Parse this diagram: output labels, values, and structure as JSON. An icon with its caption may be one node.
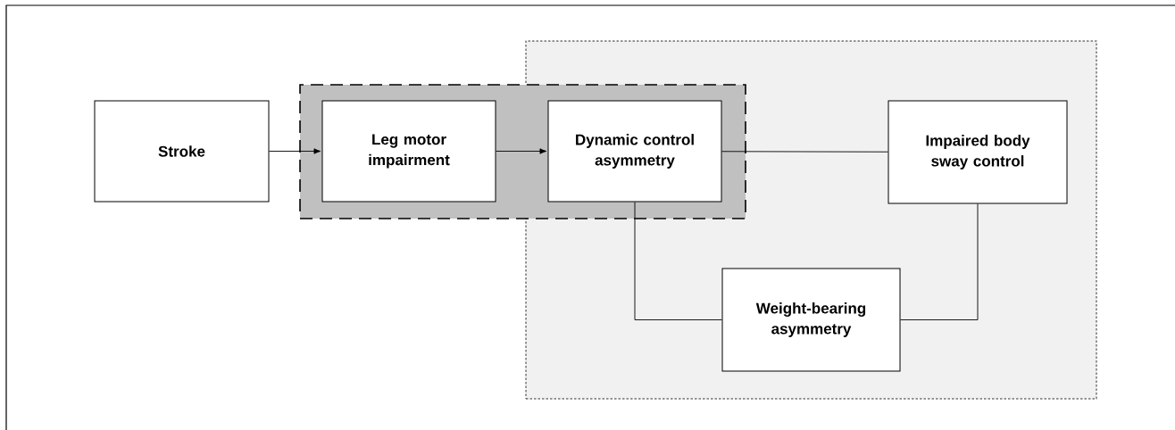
{
  "diagram": {
    "nodes": [
      {
        "text": [
          "Stroke"
        ]
      },
      {
        "text": [],
        "shape": "box"
      },
      {
        "text": [
          "Leg motor impairment"
        ],
        "in": 1
      },
      {
        "text": [
          "Dynamic control asymmetry"
        ]
      },
      {
        "text": [],
        "shape": "box"
      },
      {
        "text": [
          "Impaired body sway control"
        ],
        "in": 4
      },
      {
        "text": [
          "Weight-bearing asymmetry"
        ],
        "in": 4
      }
    ],
    "edges": [
      {
        "from": 0,
        "to": 2,
        "arrow": "to"
      },
      {
        "from": 2,
        "to": 3,
        "arrow": "to"
      },
      {
        "from": 3,
        "to": 5,
        "arrow": "none"
      },
      {
        "from": 3,
        "to": 6,
        "arrow": "none"
      },
      {
        "from": 6,
        "to": 5,
        "arrow": "none"
      }
    ]
  }
}
